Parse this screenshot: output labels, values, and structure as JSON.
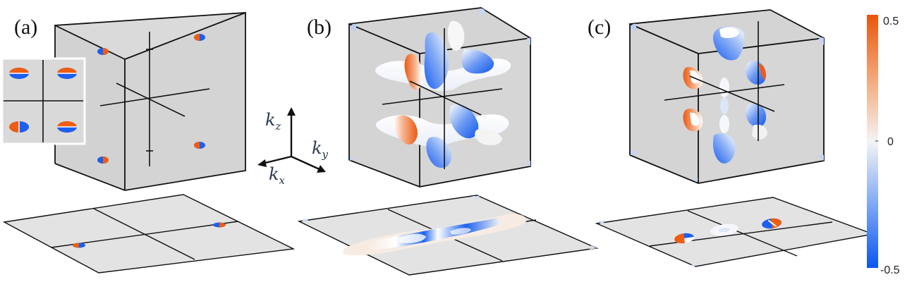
{
  "panels": [
    {
      "label": "(a)"
    },
    {
      "label": "(b)"
    },
    {
      "label": "(c)"
    }
  ],
  "axes": {
    "kz": {
      "base": "k",
      "sub": "z"
    },
    "ky": {
      "base": "k",
      "sub": "y"
    },
    "kx": {
      "base": "k",
      "sub": "x"
    }
  },
  "colorbar": {
    "max_label": "0.5",
    "mid_label": "0",
    "min_label": "-0.5",
    "range": [
      -0.5,
      0.5
    ],
    "colors": {
      "positive": "#ef5b0c",
      "zero": "#f2f2f2",
      "negative": "#1060f0"
    }
  },
  "colors": {
    "box_face": "#dadada",
    "plane_face": "#e3e3e3",
    "edges": "#111111"
  }
}
